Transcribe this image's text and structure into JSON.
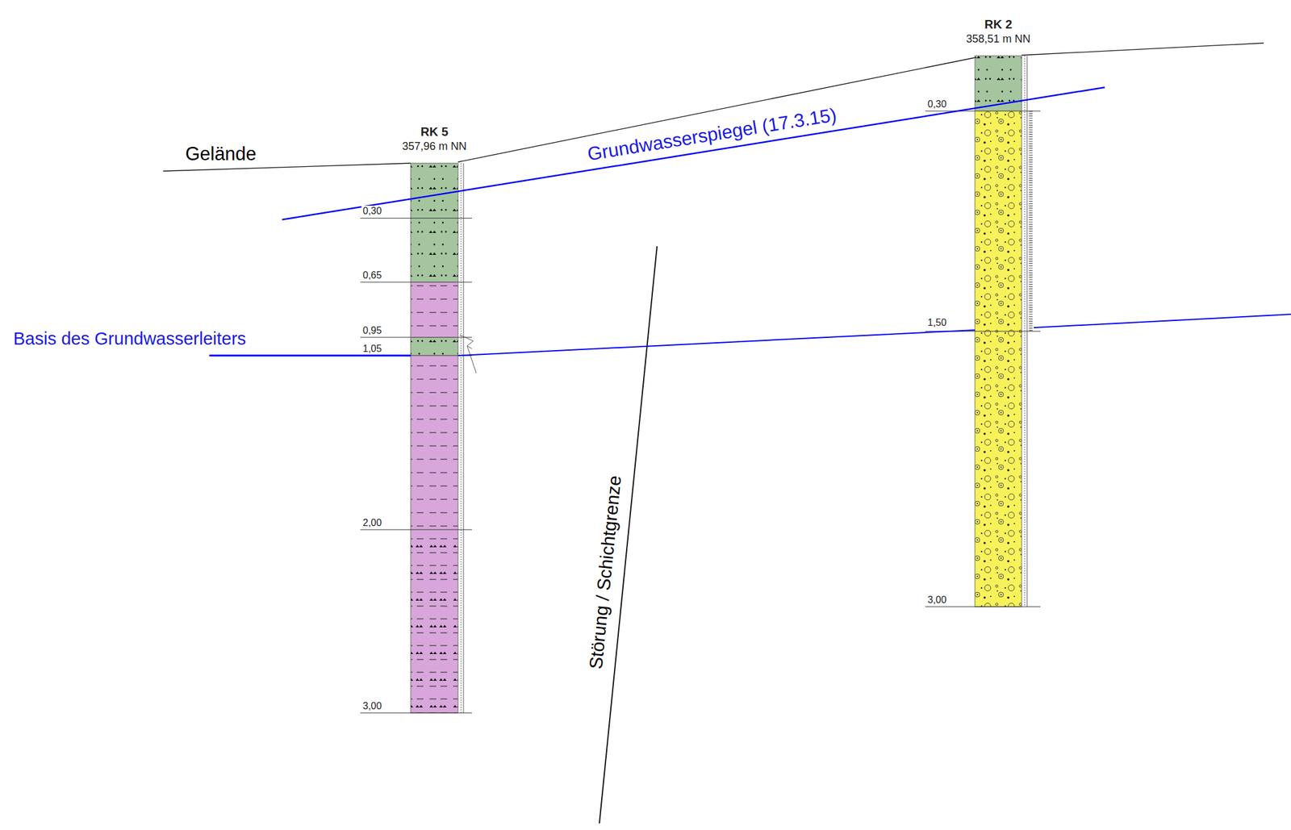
{
  "diagram": {
    "nodes": [
      {
        "text": [
          "RK 5",
          "357,96 m NN"
        ]
      },
      {
        "text": [
          "RK 2",
          "358,51 m NN"
        ]
      }
    ],
    "labels": [
      "Gelände",
      "0,30",
      "0,65",
      "0,95",
      "1,05",
      "2,00",
      "3,00",
      "0,30",
      "1,50",
      "3,00",
      "Grundwasserspiegel (17.3.15)",
      "Basis des Grundwasserleiters",
      "Störung / Schichtgrenze"
    ]
  }
}
